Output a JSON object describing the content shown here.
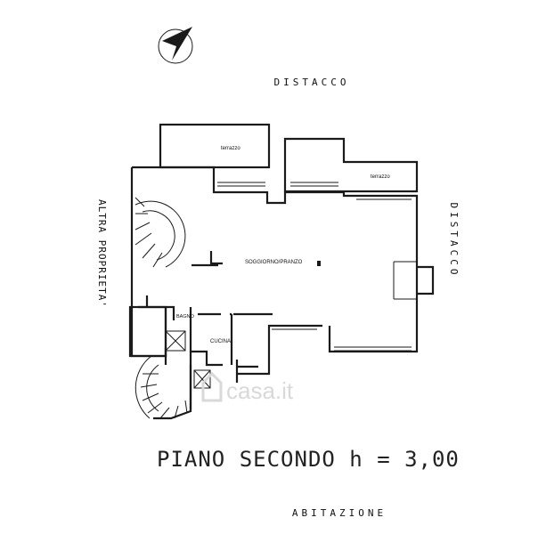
{
  "labels": {
    "top": "DISTACCO",
    "right": "DISTACCO",
    "left": "ALTRA PROPRIETA'",
    "bottom": "ABITAZIONE",
    "title": "PIANO SECONDO h = 3,00"
  },
  "rooms": {
    "terrace_left": "terrazzo",
    "terrace_right": "terrazzo",
    "living": "SOGGIORNO/PRANZO",
    "bath": "BAGNO",
    "kitchen": "CUCINA"
  },
  "watermark": "casa.it",
  "icons": {
    "compass": "north-arrow-icon",
    "logo": "casa-logo-icon"
  }
}
